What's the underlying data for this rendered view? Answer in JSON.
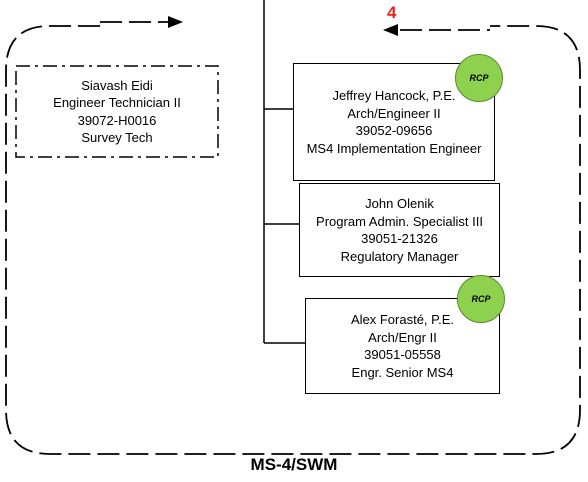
{
  "section": {
    "title": "MS-4/SWM",
    "marker": "4"
  },
  "colors": {
    "badge_fill": "#8ed14f",
    "badge_stroke": "#5a8a2e",
    "marker": "#e8231c"
  },
  "staff": [
    {
      "lines": [
        "Siavash Eidi",
        "Engineer Technician II",
        "39072-H0016",
        "Survey Tech"
      ],
      "border": "dash-dot"
    },
    {
      "lines": [
        "Jeffrey Hancock, P.E.",
        "Arch/Engineer II",
        "39052-09656",
        "MS4 Implementation Engineer"
      ],
      "badge": "RCP"
    },
    {
      "lines": [
        "John Olenik",
        "Program Admin. Specialist III",
        "39051-21326",
        "Regulatory Manager"
      ]
    },
    {
      "lines": [
        "Alex Forasté, P.E.",
        "Arch/Engr II",
        "39051-05558",
        "Engr. Senior MS4"
      ],
      "badge": "RCP"
    }
  ]
}
